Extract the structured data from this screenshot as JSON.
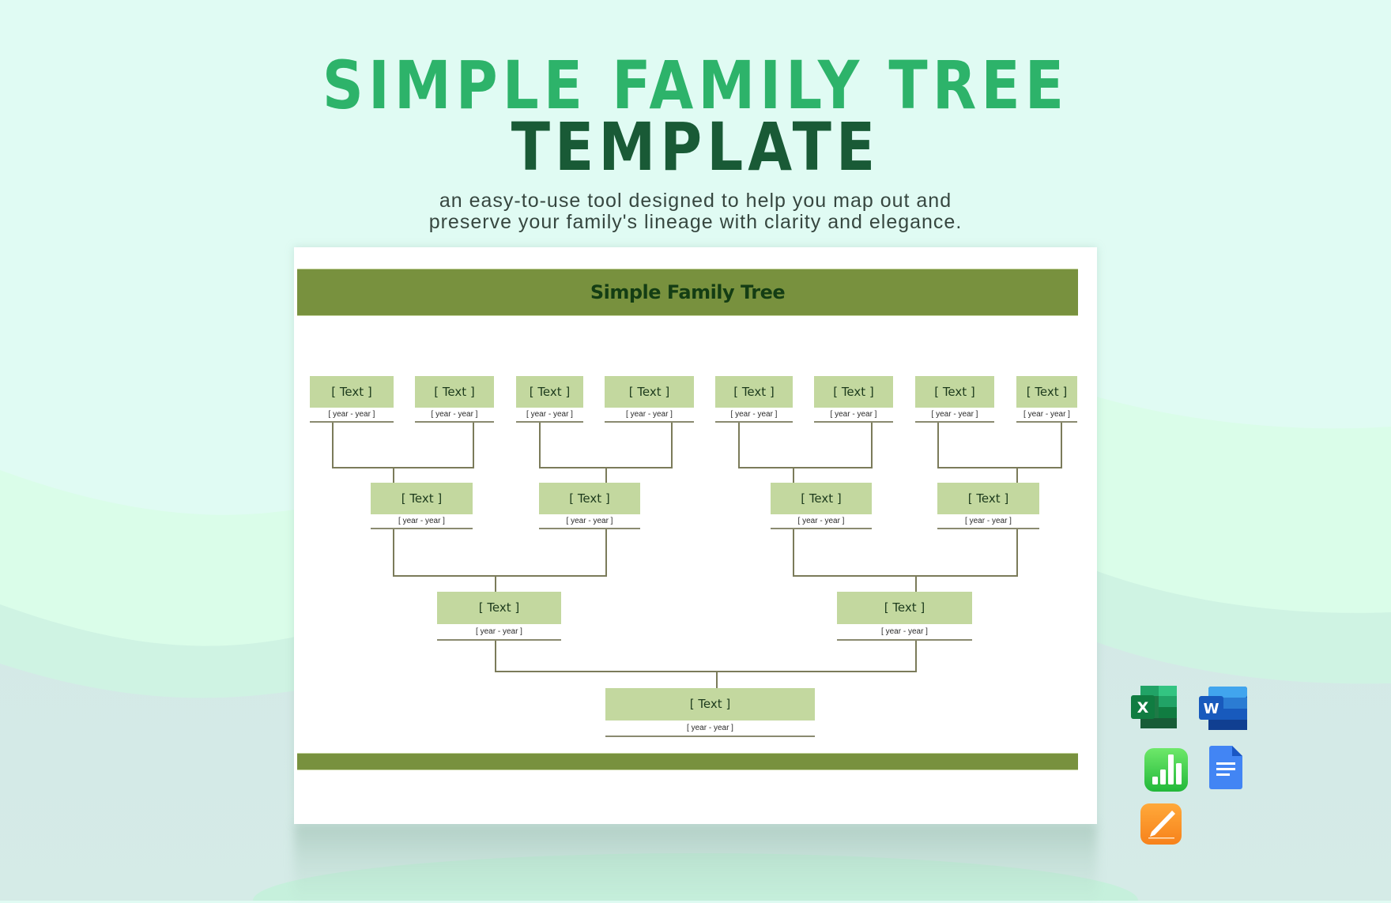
{
  "hero": {
    "title_line1": "SIMPLE FAMILY TREE",
    "title_line2": "TEMPLATE",
    "subtitle_line1": "an easy-to-use tool designed to help you map out and",
    "subtitle_line2": "preserve your family's lineage with clarity and elegance.",
    "colors": {
      "title_primary": "#2db36a",
      "title_secondary": "#195a36",
      "subtitle": "#36463f"
    }
  },
  "document": {
    "header_title": "Simple Family Tree",
    "colors": {
      "bar": "#78913e",
      "node_fill": "#c3d89f",
      "connector": "#7b7b5a",
      "header_text": "#143d14"
    },
    "tree": {
      "generation_4": [
        {
          "name": "[ Text ]",
          "years": "[ year - year ]"
        },
        {
          "name": "[ Text ]",
          "years": "[ year - year ]"
        },
        {
          "name": "[ Text ]",
          "years": "[ year - year ]"
        },
        {
          "name": "[ Text ]",
          "years": "[ year - year ]"
        },
        {
          "name": "[ Text ]",
          "years": "[ year - year ]"
        },
        {
          "name": "[ Text ]",
          "years": "[ year - year ]"
        },
        {
          "name": "[ Text ]",
          "years": "[ year - year ]"
        },
        {
          "name": "[ Text ]",
          "years": "[ year - year ]"
        }
      ],
      "generation_3": [
        {
          "name": "[ Text ]",
          "years": "[ year - year ]"
        },
        {
          "name": "[ Text ]",
          "years": "[ year - year ]"
        },
        {
          "name": "[ Text ]",
          "years": "[ year - year ]"
        },
        {
          "name": "[ Text ]",
          "years": "[ year - year ]"
        }
      ],
      "generation_2": [
        {
          "name": "[ Text ]",
          "years": "[ year - year ]"
        },
        {
          "name": "[ Text ]",
          "years": "[ year - year ]"
        }
      ],
      "generation_1": [
        {
          "name": "[ Text ]",
          "years": "[ year - year ]"
        }
      ]
    }
  },
  "compatible_apps": [
    {
      "name": "Microsoft Excel",
      "icon": "excel-icon"
    },
    {
      "name": "Microsoft Word",
      "icon": "word-icon"
    },
    {
      "name": "Apple Numbers",
      "icon": "numbers-icon"
    },
    {
      "name": "Google Docs",
      "icon": "google-docs-icon"
    },
    {
      "name": "Apple Pages",
      "icon": "pages-icon"
    }
  ]
}
